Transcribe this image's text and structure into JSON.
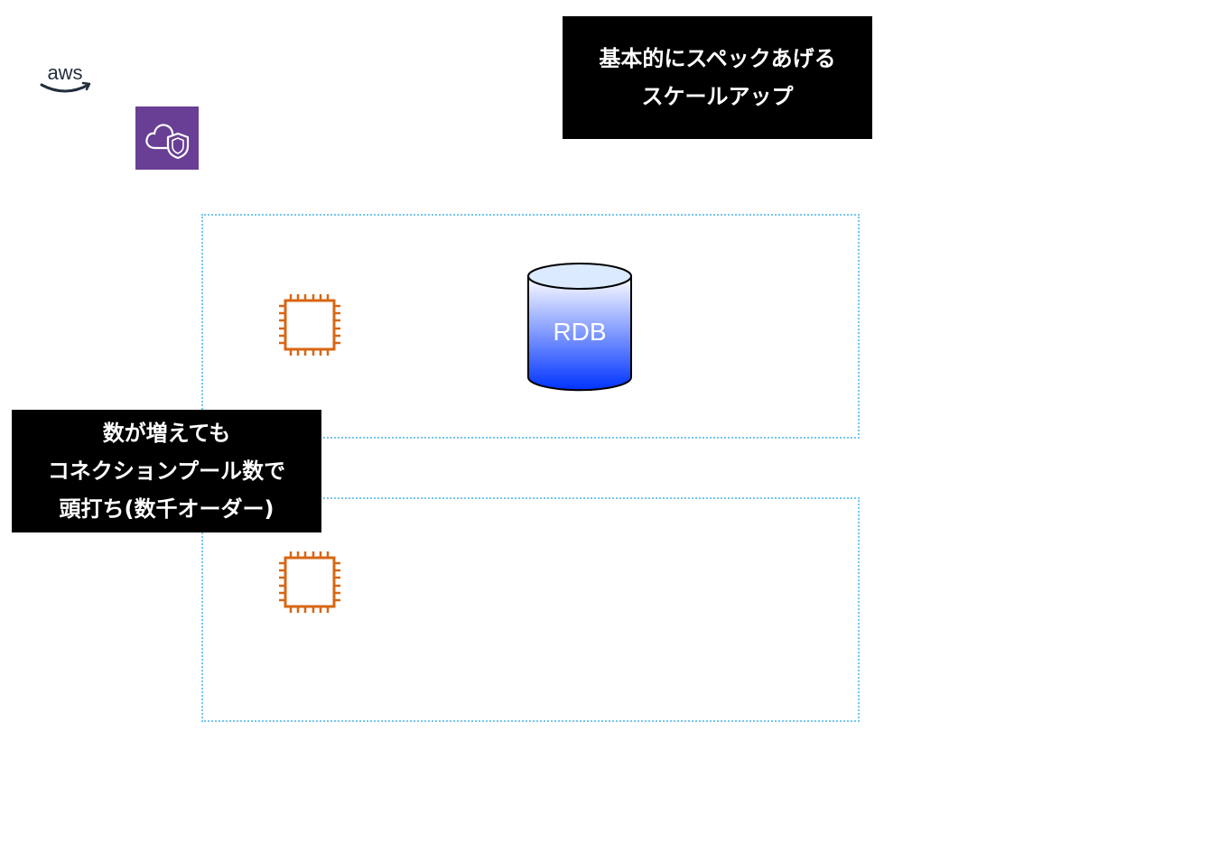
{
  "logo": {
    "text": "aws"
  },
  "icons": {
    "vpc": "vpc-cloud-shield-icon",
    "ec2": "ec2-instance-icon"
  },
  "database": {
    "label": "RDB"
  },
  "notes": {
    "scaleup": [
      "基本的にスペックあげる",
      "スケールアップ"
    ],
    "connection": [
      "数が増えても",
      "コネクションプール数で",
      "頭打ち(数千オーダー)"
    ]
  },
  "colors": {
    "vpc_purple": "#693f95",
    "ec2_orange": "#d86613",
    "subnet_blue": "#73c6f0",
    "db_gradient_top": "#ffffff",
    "db_gradient_bottom": "#0033ff",
    "note_bg": "#000000"
  }
}
